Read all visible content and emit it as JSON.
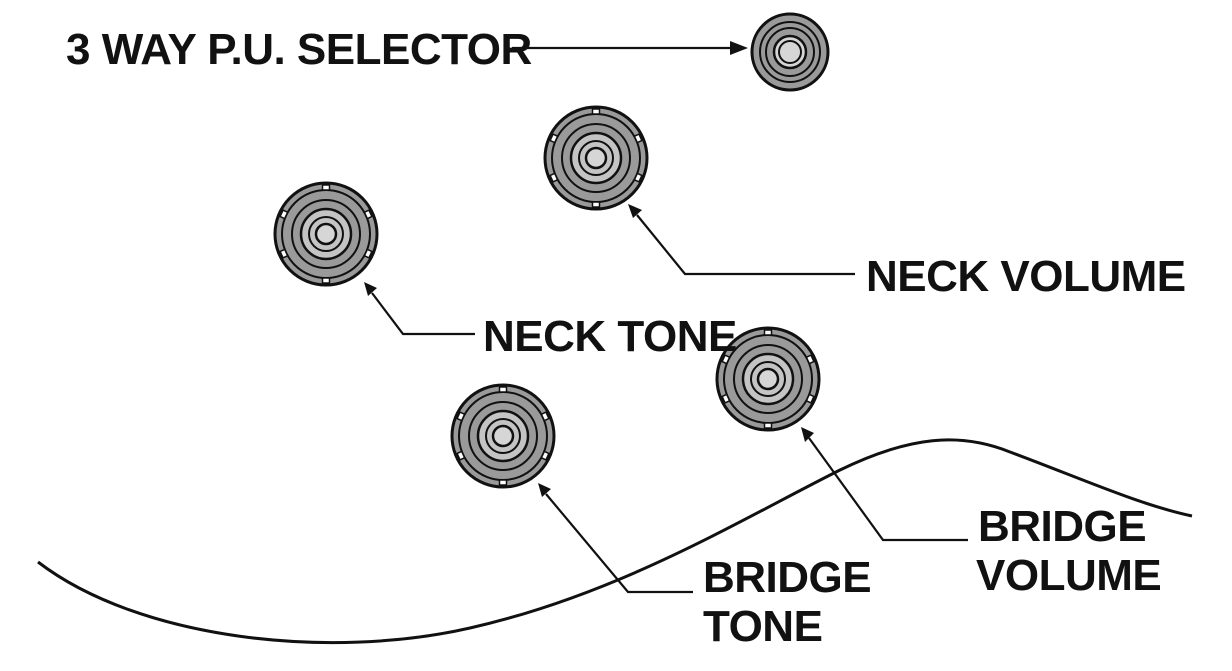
{
  "labels": {
    "selector": "3 WAY P.U. SELECTOR",
    "neck_volume": "NECK VOLUME",
    "neck_tone": "NECK TONE",
    "bridge_volume_line1": "BRIDGE",
    "bridge_volume_line2": "VOLUME",
    "bridge_tone_line1": "BRIDGE",
    "bridge_tone_line2": "TONE"
  },
  "colors": {
    "ink": "#111111",
    "knob_fill": "#9a9a9a",
    "knob_inner": "#c4c4c4",
    "background": "#ffffff"
  },
  "icons": {
    "selector": "toggle-switch-icon",
    "knobs": "control-knob-icon"
  }
}
